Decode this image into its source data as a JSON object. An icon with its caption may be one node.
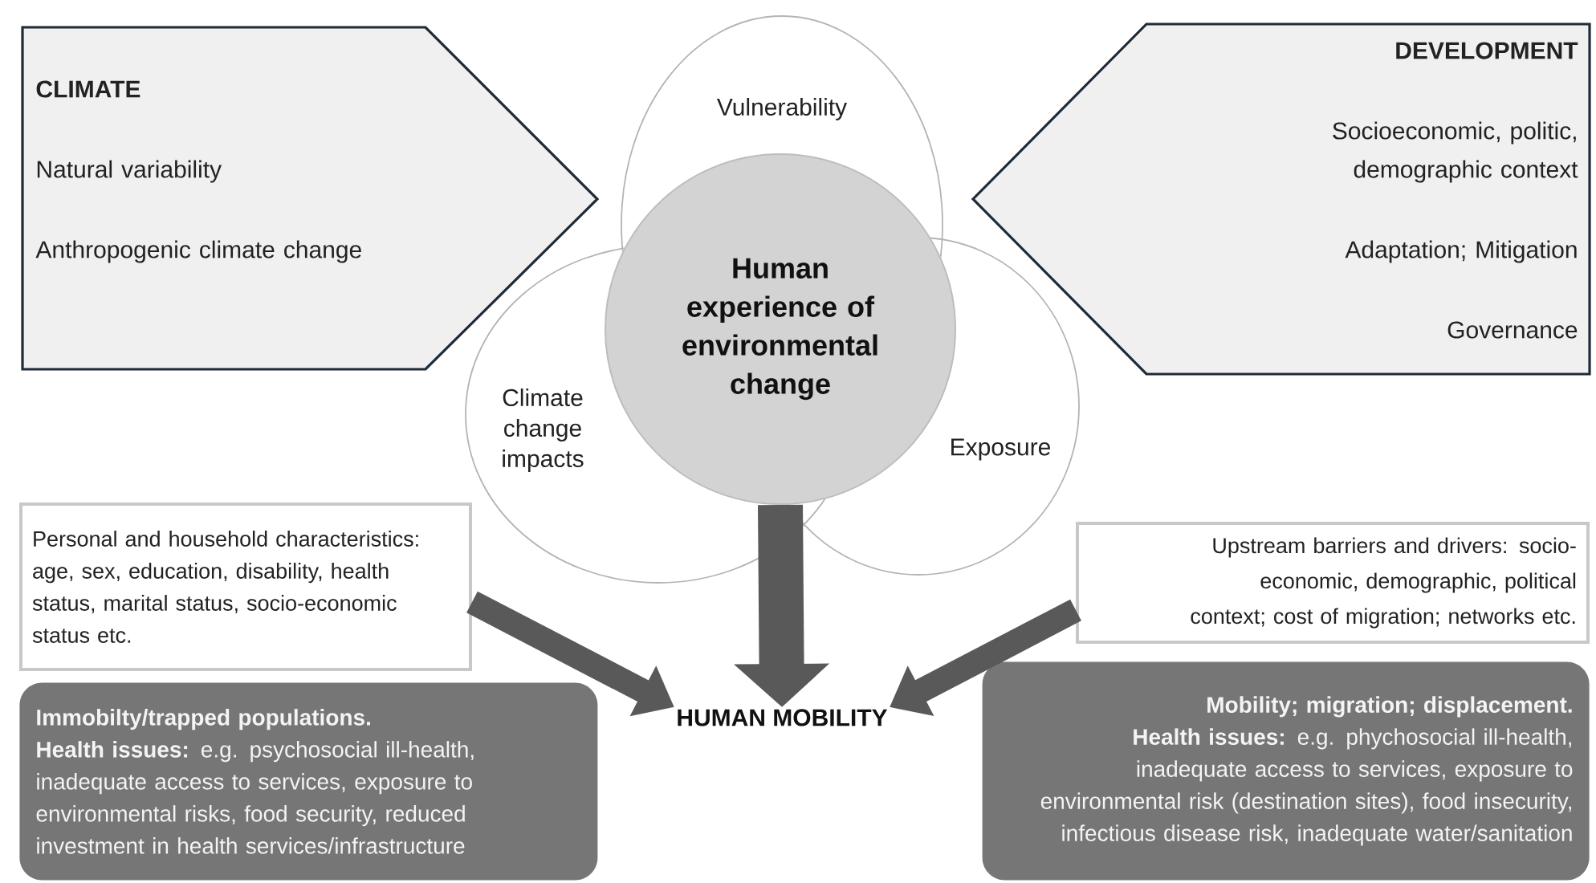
{
  "diagram": {
    "nodes": [
      {
        "text": [
          "CLIMATE",
          "Natural variability",
          "Anthropogenic climate change"
        ]
      },
      {
        "text": [
          "DEVELOPMENT",
          "Socioeconomic, politic, demographic context",
          "Adaptation; Mitigation",
          "Governance"
        ]
      },
      {
        "text": [
          "Vulnerability"
        ]
      },
      {
        "text": [
          "Climate change impacts"
        ]
      },
      {
        "text": [
          "Exposure"
        ]
      },
      {
        "text": [
          "Human experience of environmental change"
        ]
      },
      {
        "text": [
          "Personal and household characteristics: age, sex, education, disability, health status, marital status, socio-economic status etc."
        ]
      },
      {
        "text": [
          "Upstream barriers and drivers: socio-economic, demographic, political context; cost of migration; networks etc."
        ]
      },
      {
        "text": [
          "HUMAN MOBILITY"
        ]
      },
      {
        "text": [
          "Immobilty/trapped populations.",
          "**Health issues:** e.g. psychosocial ill-health, inadequate access to services, exposure to environmental risks, food security, reduced investment in health services/infrastructure"
        ]
      },
      {
        "text": [
          "Mobility; migration; displacement.",
          "**Health issues:** e.g. phychosocial ill-health, inadequate access to services, exposure to environmental risk (destination sites), food insecurity, infectious disease risk, inadequate water/sanitation"
        ]
      }
    ],
    "edges": [
      {
        "from": 6,
        "to": 8,
        "arrow": "to"
      },
      {
        "from": 7,
        "to": 8,
        "arrow": "to"
      },
      {
        "from": 5,
        "to": 8,
        "arrow": "to",
        "style": "thick"
      }
    ]
  }
}
